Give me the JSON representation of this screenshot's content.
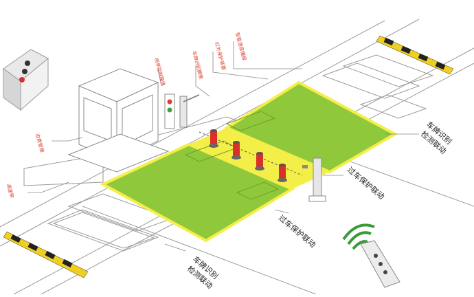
{
  "labels": {
    "top_bar_1": "智能语音播报",
    "top_bar_2": "红外保护装置",
    "top_bar_3": "车牌识别摄像",
    "top_bar_4": "岗亭控制箱体",
    "left_mid": "收费管理",
    "left_low": "减速带",
    "pass_protect_1": "过车保护联动",
    "pass_protect_2": "过车保护联动",
    "plate_right_1": "车牌识别",
    "plate_right_2": "检测联动",
    "plate_bottom_1": "车牌识别",
    "plate_bottom_2": "检测联动"
  },
  "colors": {
    "ground_green": "#8fc83a",
    "ground_yellow": "#f4ee48",
    "line": "#888888",
    "bollard_red": "#d8312a",
    "callout_red": "#d8402f",
    "remote_signal": "#3a9a3a"
  },
  "icons": {
    "control_box": "control-box-icon",
    "remote": "remote-control-icon",
    "signal": "wireless-signal-icon",
    "traffic_light": "traffic-light-icon",
    "bollard": "rising-bollard-icon",
    "camera": "plate-camera-icon",
    "booth": "guard-booth-icon",
    "speed_bump": "speed-bump-icon"
  }
}
